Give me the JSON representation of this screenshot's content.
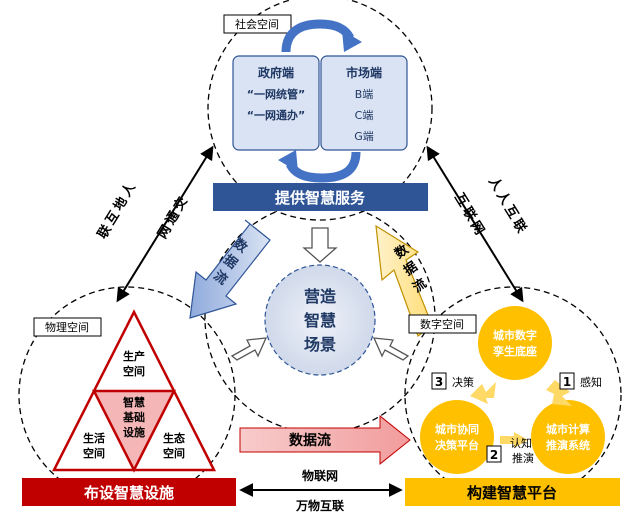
{
  "labels": {
    "social_space": "社会空间",
    "physical_space": "物理空间",
    "digital_space": "数字空间",
    "gov_side": "政府端",
    "gov_item1": "“一网统管”",
    "gov_item2": "“一网通办”",
    "market_side": "市场端",
    "market_b": "B端",
    "market_c": "C端",
    "market_g": "G端",
    "service_banner": "提供智慧服务",
    "facility_banner": "布设智慧设施",
    "platform_banner": "构建智慧平台",
    "center_1": "营造",
    "center_2": "智慧",
    "center_3": "场景",
    "data_flow_left": [
      "数",
      "据",
      "流"
    ],
    "data_flow_right": [
      "数",
      "据",
      "流"
    ],
    "data_flow_bottom": "数据流",
    "people_internet_left": [
      "人",
      "地",
      "互",
      "联"
    ],
    "transport_net": [
      "交",
      "通",
      "网"
    ],
    "people_internet_right": [
      "人",
      "人",
      "互",
      "联"
    ],
    "internet": [
      "互",
      "联",
      "网"
    ],
    "iot": "物联网",
    "things_internet": "万物互联",
    "tri_top": [
      "生产",
      "空间"
    ],
    "tri_center": [
      "智慧",
      "基础",
      "设施"
    ],
    "tri_left": [
      "生活",
      "空间"
    ],
    "tri_right": [
      "生态",
      "空间"
    ],
    "twin_base": [
      "城市数字",
      "孪生底座"
    ],
    "compute_system": [
      "城市计算",
      "推演系统"
    ],
    "decision_platform": [
      "城市协同",
      "决策平台"
    ],
    "step1_num": "1",
    "step1_label": "感知",
    "step2_num": "2",
    "step2_label": [
      "认知",
      "推演"
    ],
    "step3_num": "3",
    "step3_label": "决策"
  },
  "colors": {
    "blue_banner": "#2f5597",
    "red_banner": "#c00000",
    "gold_banner": "#ffc000",
    "light_blue": "#dae3f3",
    "pink": "#f4b6b6",
    "yellow_circle": "#ffc000"
  }
}
